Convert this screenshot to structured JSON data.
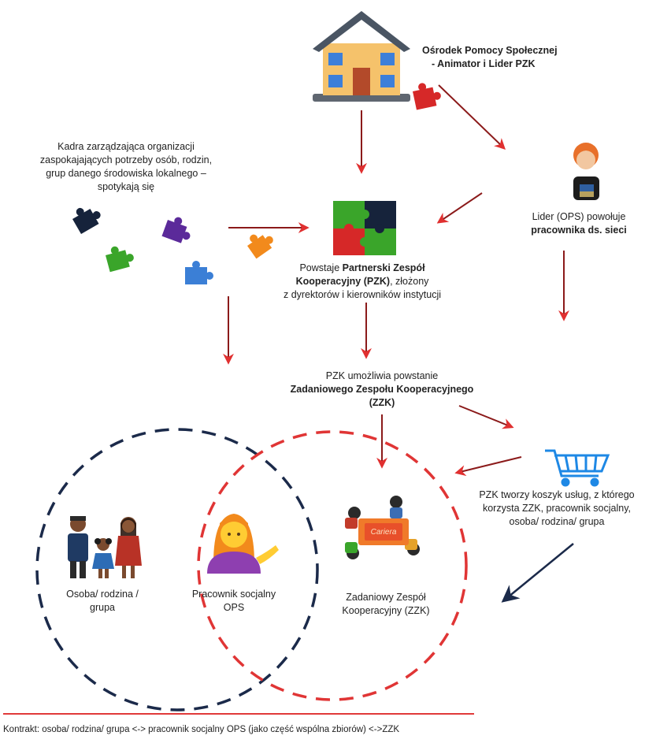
{
  "header": {
    "ops_title_line1": "Ośrodek Pomocy Społecznej",
    "ops_title_line2": "- Animator i Lider PZK"
  },
  "kadra": {
    "line1": "Kadra zarządzająca organizacji",
    "line2": "zaspokajających potrzeby osób, rodzin,",
    "line3": "grup danego środowiska lokalnego –",
    "line4": "spotykają się"
  },
  "lider": {
    "line1": "Lider (OPS) powołuje",
    "line2_bold": "pracownika ds. sieci"
  },
  "pzk": {
    "line1_prefix": "Powstaje ",
    "line1_bold": "Partnerski Zespół",
    "line2_bold": "Kooperacyjny (PZK)",
    "line2_suffix": ", złożony",
    "line3": "z dyrektorów i kierowników instytucji"
  },
  "zzk": {
    "line1": "PZK umożliwia powstanie",
    "line2_bold": "Zadaniowego Zespołu Kooperacyjnego",
    "line3_bold": "(ZZK)"
  },
  "koszyk": {
    "line1": "PZK tworzy koszyk usług, z którego",
    "line2": "korzysta ZZK, pracownik socjalny,",
    "line3": "osoba/ rodzina/ grupa"
  },
  "circles": {
    "left_line1": "Osoba/ rodzina /",
    "left_line2": "grupa",
    "middle_line1": "Pracownik socjalny",
    "middle_line2": "OPS",
    "right_line1": "Zadaniowy Zespół",
    "right_line2": "Kooperacyjny (ZZK)"
  },
  "meeting_table_label": "Cariera",
  "footer": "Kontrakt: osoba/ rodzina/ grupa <-> pracownik socjalny OPS (jako część wspólna zbiorów)  <->ZZK",
  "colors": {
    "arrow": "#8b1a1a",
    "arrowhead": "#e03030",
    "circle_left": "#1b2a4a",
    "circle_right": "#e03535",
    "house_wall": "#f5c26b",
    "house_roof": "#4a5563",
    "puzzle_green": "#3aa52a",
    "puzzle_navy": "#16233b",
    "puzzle_red": "#d62828",
    "puzzle_purple": "#5b2a9a",
    "puzzle_blue": "#3b7fd6",
    "puzzle_orange": "#f28a1c",
    "cart_blue": "#1e88e5"
  }
}
